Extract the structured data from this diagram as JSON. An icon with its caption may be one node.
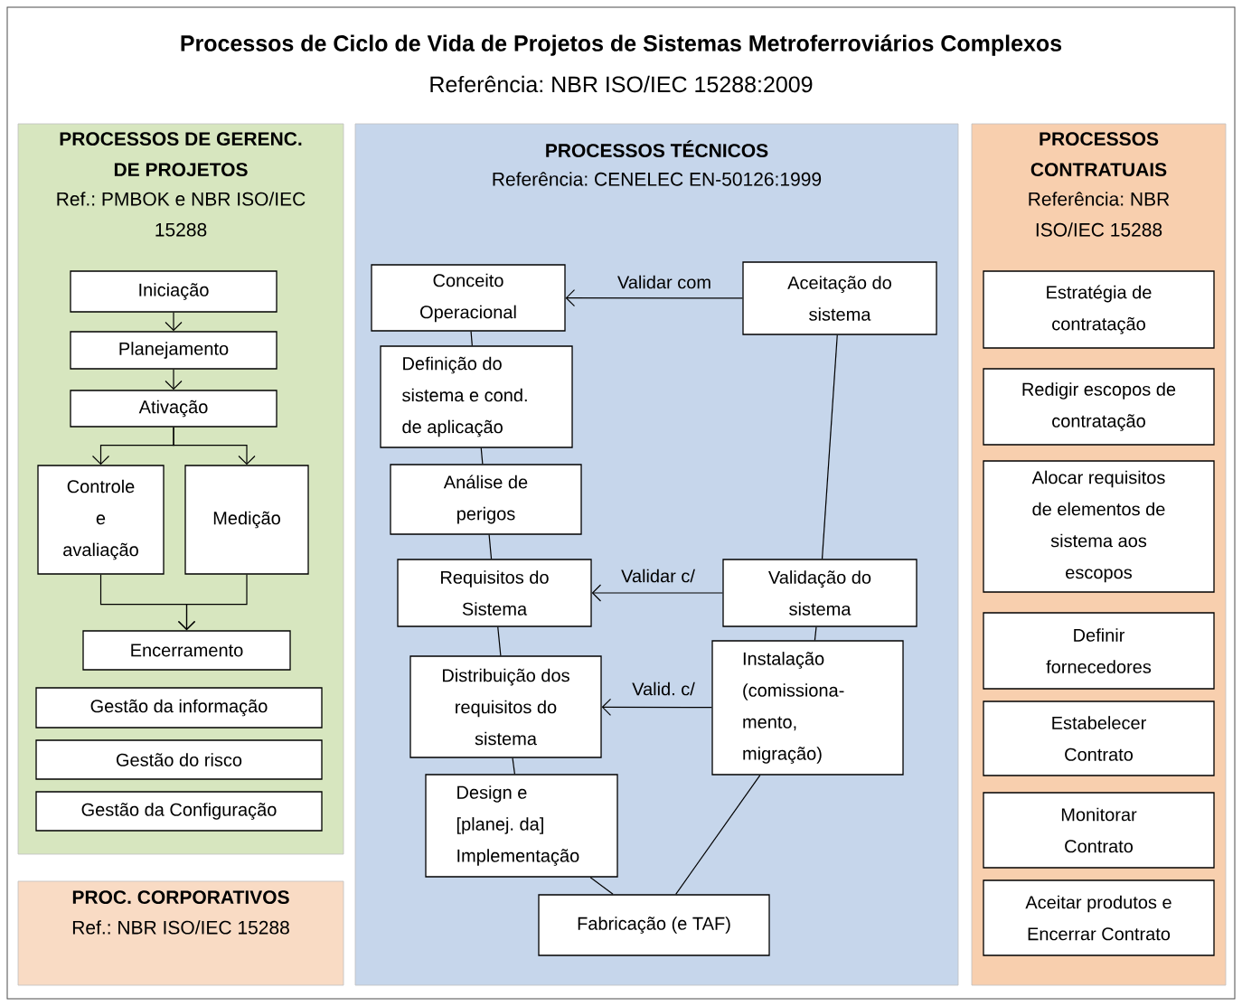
{
  "diagram": {
    "title": "Processos de Ciclo de Vida de Projetos de Sistemas Metroferroviários Complexos",
    "nodes": [
      {
        "text": [
          "PROCESSOS DE GERENC. DE PROJETOS",
          "Ref.: PMBOK e NBR ISO/IEC 15288"
        ]
      },
      {
        "text": [
          "Iniciação"
        ],
        "in": 0
      },
      {
        "text": [
          "Planejamento"
        ],
        "in": 0
      },
      {
        "text": [
          "Ativação"
        ],
        "in": 0
      },
      {
        "text": [
          "Controle e avaliação"
        ],
        "in": 0
      },
      {
        "text": [
          "Medição"
        ],
        "in": 0
      },
      {
        "text": [
          "Encerramento"
        ],
        "in": 0
      },
      {
        "text": [
          "Gestão da informação"
        ],
        "in": 0
      },
      {
        "text": [
          "Gestão do risco"
        ],
        "in": 0
      },
      {
        "text": [
          "Gestão da Configuração"
        ],
        "in": 0
      },
      {
        "text": [
          "PROC. CORPORATIVOS",
          "Ref.: NBR ISO/IEC 15288"
        ]
      },
      {
        "text": [
          "PROCESSOS TÉCNICOS",
          "Referência: CENELEC EN-50126:1999"
        ]
      },
      {
        "text": [
          "Conceito Operacional"
        ],
        "in": 11
      },
      {
        "text": [
          "Definição do sistema e cond. de aplicação"
        ],
        "in": 11
      },
      {
        "text": [
          "Análise de perigos"
        ],
        "in": 11
      },
      {
        "text": [
          "Requisitos do Sistema"
        ],
        "in": 11
      },
      {
        "text": [
          "Distribuição dos requisitos do sistema"
        ],
        "in": 11
      },
      {
        "text": [
          "Design e [planej. da] Implementação"
        ],
        "in": 11
      },
      {
        "text": [
          "Fabricação (e TAF)"
        ],
        "in": 11
      },
      {
        "text": [
          "Instalação (comissiona-mento, migração)"
        ],
        "in": 11
      },
      {
        "text": [
          "Validação do sistema"
        ],
        "in": 11
      },
      {
        "text": [
          "Aceitação do sistema"
        ],
        "in": 11
      },
      {
        "text": [
          "PROCESSOS CONTRATUAIS",
          "Referência: NBR ISO/IEC 15288"
        ]
      },
      {
        "text": [
          "Estratégia de contratação"
        ],
        "in": 22
      },
      {
        "text": [
          "Redigir escopos de contratação"
        ],
        "in": 22
      },
      {
        "text": [
          "Alocar requisitos de elementos de sistema aos escopos"
        ],
        "in": 22
      },
      {
        "text": [
          "Definir fornecedores"
        ],
        "in": 22
      },
      {
        "text": [
          "Estabelecer Contrato"
        ],
        "in": 22
      },
      {
        "text": [
          "Monitorar Contrato"
        ],
        "in": 22
      },
      {
        "text": [
          "Aceitar produtos e Encerrar Contrato"
        ],
        "in": 22
      }
    ],
    "edges": [
      {
        "from": 1,
        "to": 2,
        "arrow": "to"
      },
      {
        "from": 2,
        "to": 3,
        "arrow": "to"
      },
      {
        "from": 3,
        "to": 4,
        "arrow": "to"
      },
      {
        "from": 3,
        "to": 5,
        "arrow": "to"
      },
      {
        "from": 4,
        "to": 6,
        "arrow": "to"
      },
      {
        "from": 5,
        "to": 6,
        "arrow": "to"
      },
      {
        "from": 21,
        "to": 12,
        "arrow": "to",
        "label": "Validar com"
      },
      {
        "from": 20,
        "to": 15,
        "arrow": "to",
        "label": "Validar c/"
      },
      {
        "from": 19,
        "to": 16,
        "arrow": "to",
        "label": "Valid. c/"
      },
      {
        "from": 12,
        "to": 13,
        "arrow": "none"
      },
      {
        "from": 13,
        "to": 14,
        "arrow": "none"
      },
      {
        "from": 14,
        "to": 15,
        "arrow": "none"
      },
      {
        "from": 15,
        "to": 16,
        "arrow": "none"
      },
      {
        "from": 16,
        "to": 17,
        "arrow": "none"
      },
      {
        "from": 17,
        "to": 18,
        "arrow": "none"
      },
      {
        "from": 18,
        "to": 19,
        "arrow": "none"
      },
      {
        "from": 19,
        "to": 20,
        "arrow": "none"
      },
      {
        "from": 20,
        "to": 21,
        "arrow": "none"
      }
    ],
    "labels": [
      "Referência: NBR ISO/IEC 15288:2009"
    ]
  }
}
